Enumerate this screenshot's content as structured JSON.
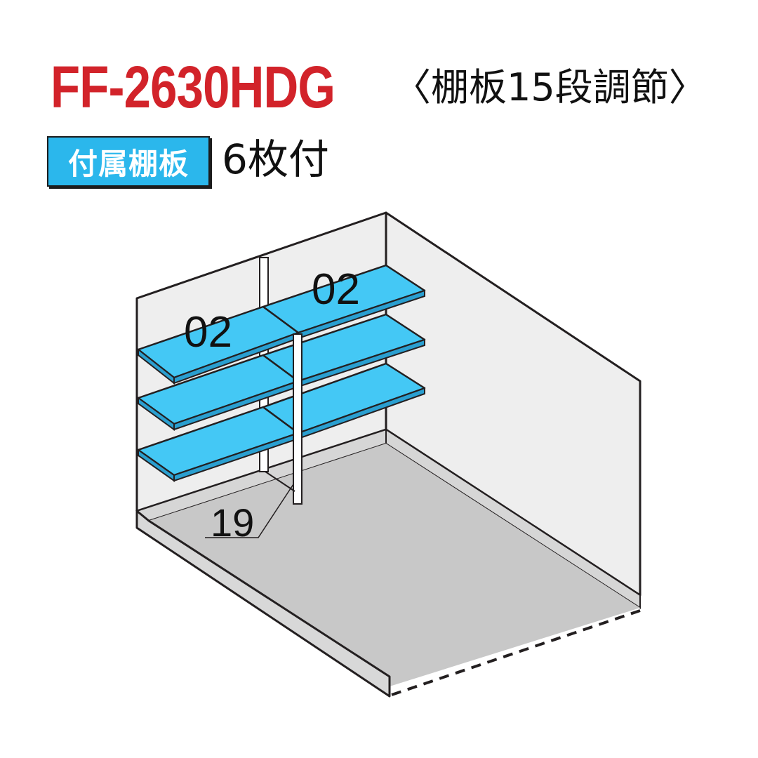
{
  "header": {
    "model": "FF-2630HDG",
    "shelf_adjust": "〈棚板15段調節〉"
  },
  "accessory": {
    "badge_label": "付属棚板",
    "count": "6枚付"
  },
  "diagram": {
    "shelf_label_left": "02",
    "shelf_label_right": "02",
    "post_label": "19",
    "colors": {
      "shelf": "#44c8f5",
      "wall": "#eeeeee",
      "floor": "#c8c8c8",
      "edge": "#231f20",
      "title_red": "#d2232a",
      "badge_blue": "#2bb7ec"
    }
  }
}
